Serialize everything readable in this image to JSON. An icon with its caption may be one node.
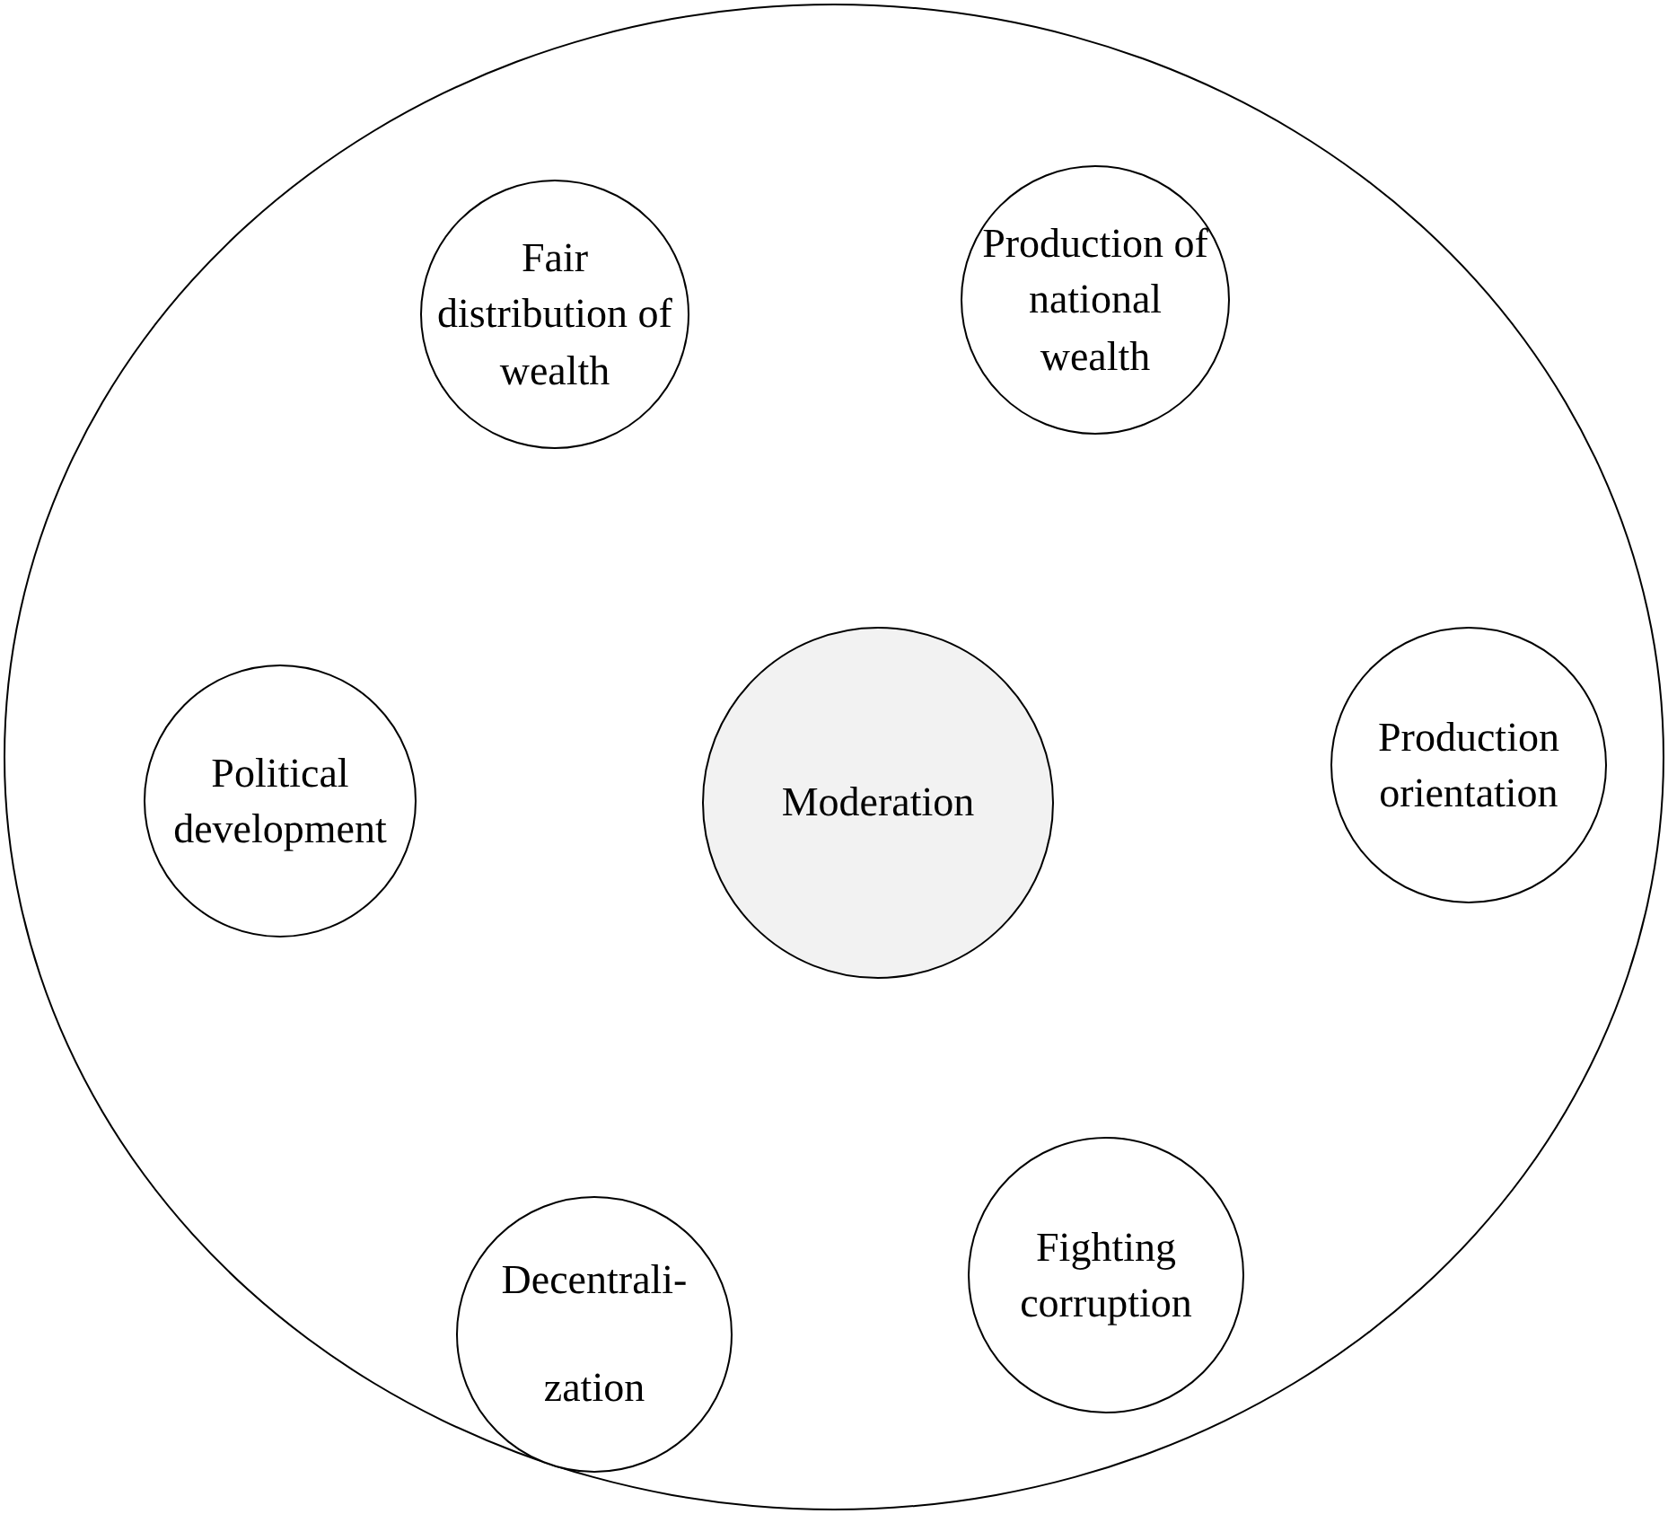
{
  "diagram": {
    "nodes": [
      {
        "text": [],
        "shape": "ellipse"
      },
      {
        "text": [
          "Fair distribution of wealth"
        ],
        "in": 0
      },
      {
        "text": [
          "Production of national wealth"
        ],
        "in": 0
      },
      {
        "text": [
          "Political development"
        ],
        "in": 0
      },
      {
        "text": [
          "Moderation"
        ],
        "in": 0
      },
      {
        "text": [
          "Production orientation"
        ],
        "in": 0
      },
      {
        "text": [
          "Decentrali- zation"
        ],
        "in": 0
      },
      {
        "text": [
          "Fighting corruption"
        ],
        "in": 0
      }
    ]
  }
}
